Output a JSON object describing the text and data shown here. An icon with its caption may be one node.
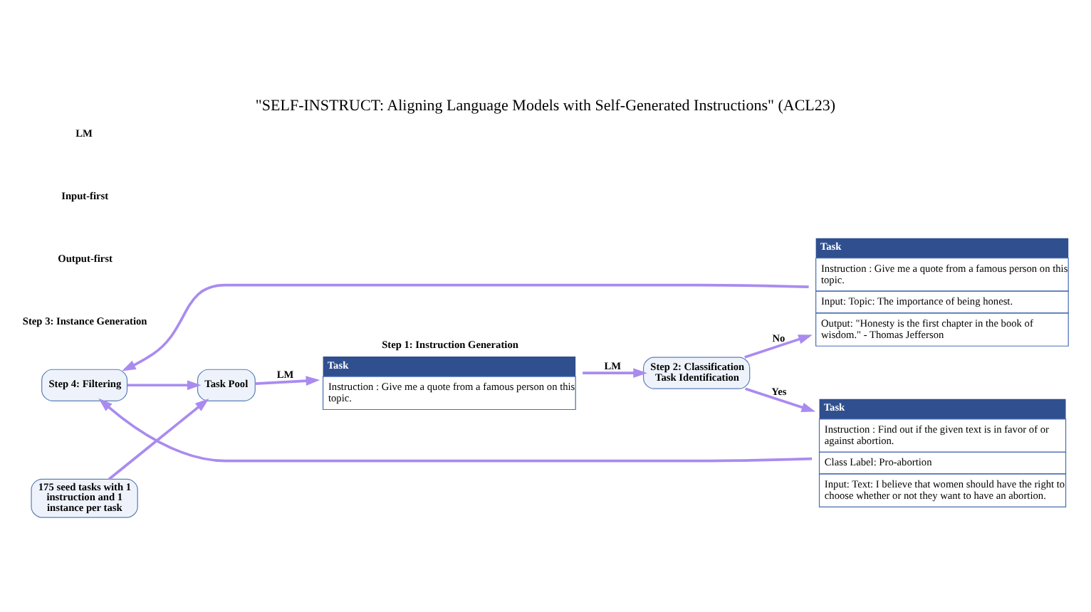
{
  "diagram": {
    "title": "\"SELF-INSTRUCT: Aligning Language Models with Self-Generated Instructions\" (ACL23)",
    "nodes": [
      {
        "text": [
          "175 seed tasks with 1 instruction and 1 instance per task"
        ]
      },
      {
        "text": [
          "Task Pool"
        ]
      },
      {
        "text": [
          "Step 1: Instruction Generation",
          "Task",
          "Instruction : Give me a quote from a famous person on this topic."
        ]
      },
      {
        "text": [
          "Step 2: Classification Task Identification"
        ]
      },
      {
        "text": [
          "Task",
          "Instruction : Find out if the given text is in favor of or against abortion.",
          "Class Label: Pro-abortion",
          "Input: Text: I believe that women should have the right to choose whether or not they want to have an abortion."
        ]
      },
      {
        "text": [
          "Task",
          "Instruction : Give me a quote from a famous person on this topic.",
          "Input: Topic: The importance of being honest.",
          "Output: \"Honesty is the first chapter in the book of wisdom.\" - Thomas Jefferson"
        ]
      },
      {
        "text": [
          "Step 4: Filtering"
        ]
      }
    ],
    "edges": [
      {
        "from": 0,
        "to": 1,
        "arrow": "to"
      },
      {
        "from": 1,
        "to": 2,
        "arrow": "to",
        "label": "LM"
      },
      {
        "from": 2,
        "to": 3,
        "arrow": "to",
        "label": "LM"
      },
      {
        "from": 3,
        "to": 4,
        "arrow": "to",
        "label": "Yes"
      },
      {
        "from": 3,
        "to": 5,
        "arrow": "to",
        "label": "No"
      },
      {
        "from": 4,
        "to": 6,
        "arrow": "to"
      },
      {
        "from": 5,
        "to": 6,
        "arrow": "to"
      },
      {
        "from": 6,
        "to": 1,
        "arrow": "to"
      }
    ],
    "labels": [
      "Step 3: Instance Generation",
      "Output-first",
      "Input-first",
      "LM"
    ]
  }
}
